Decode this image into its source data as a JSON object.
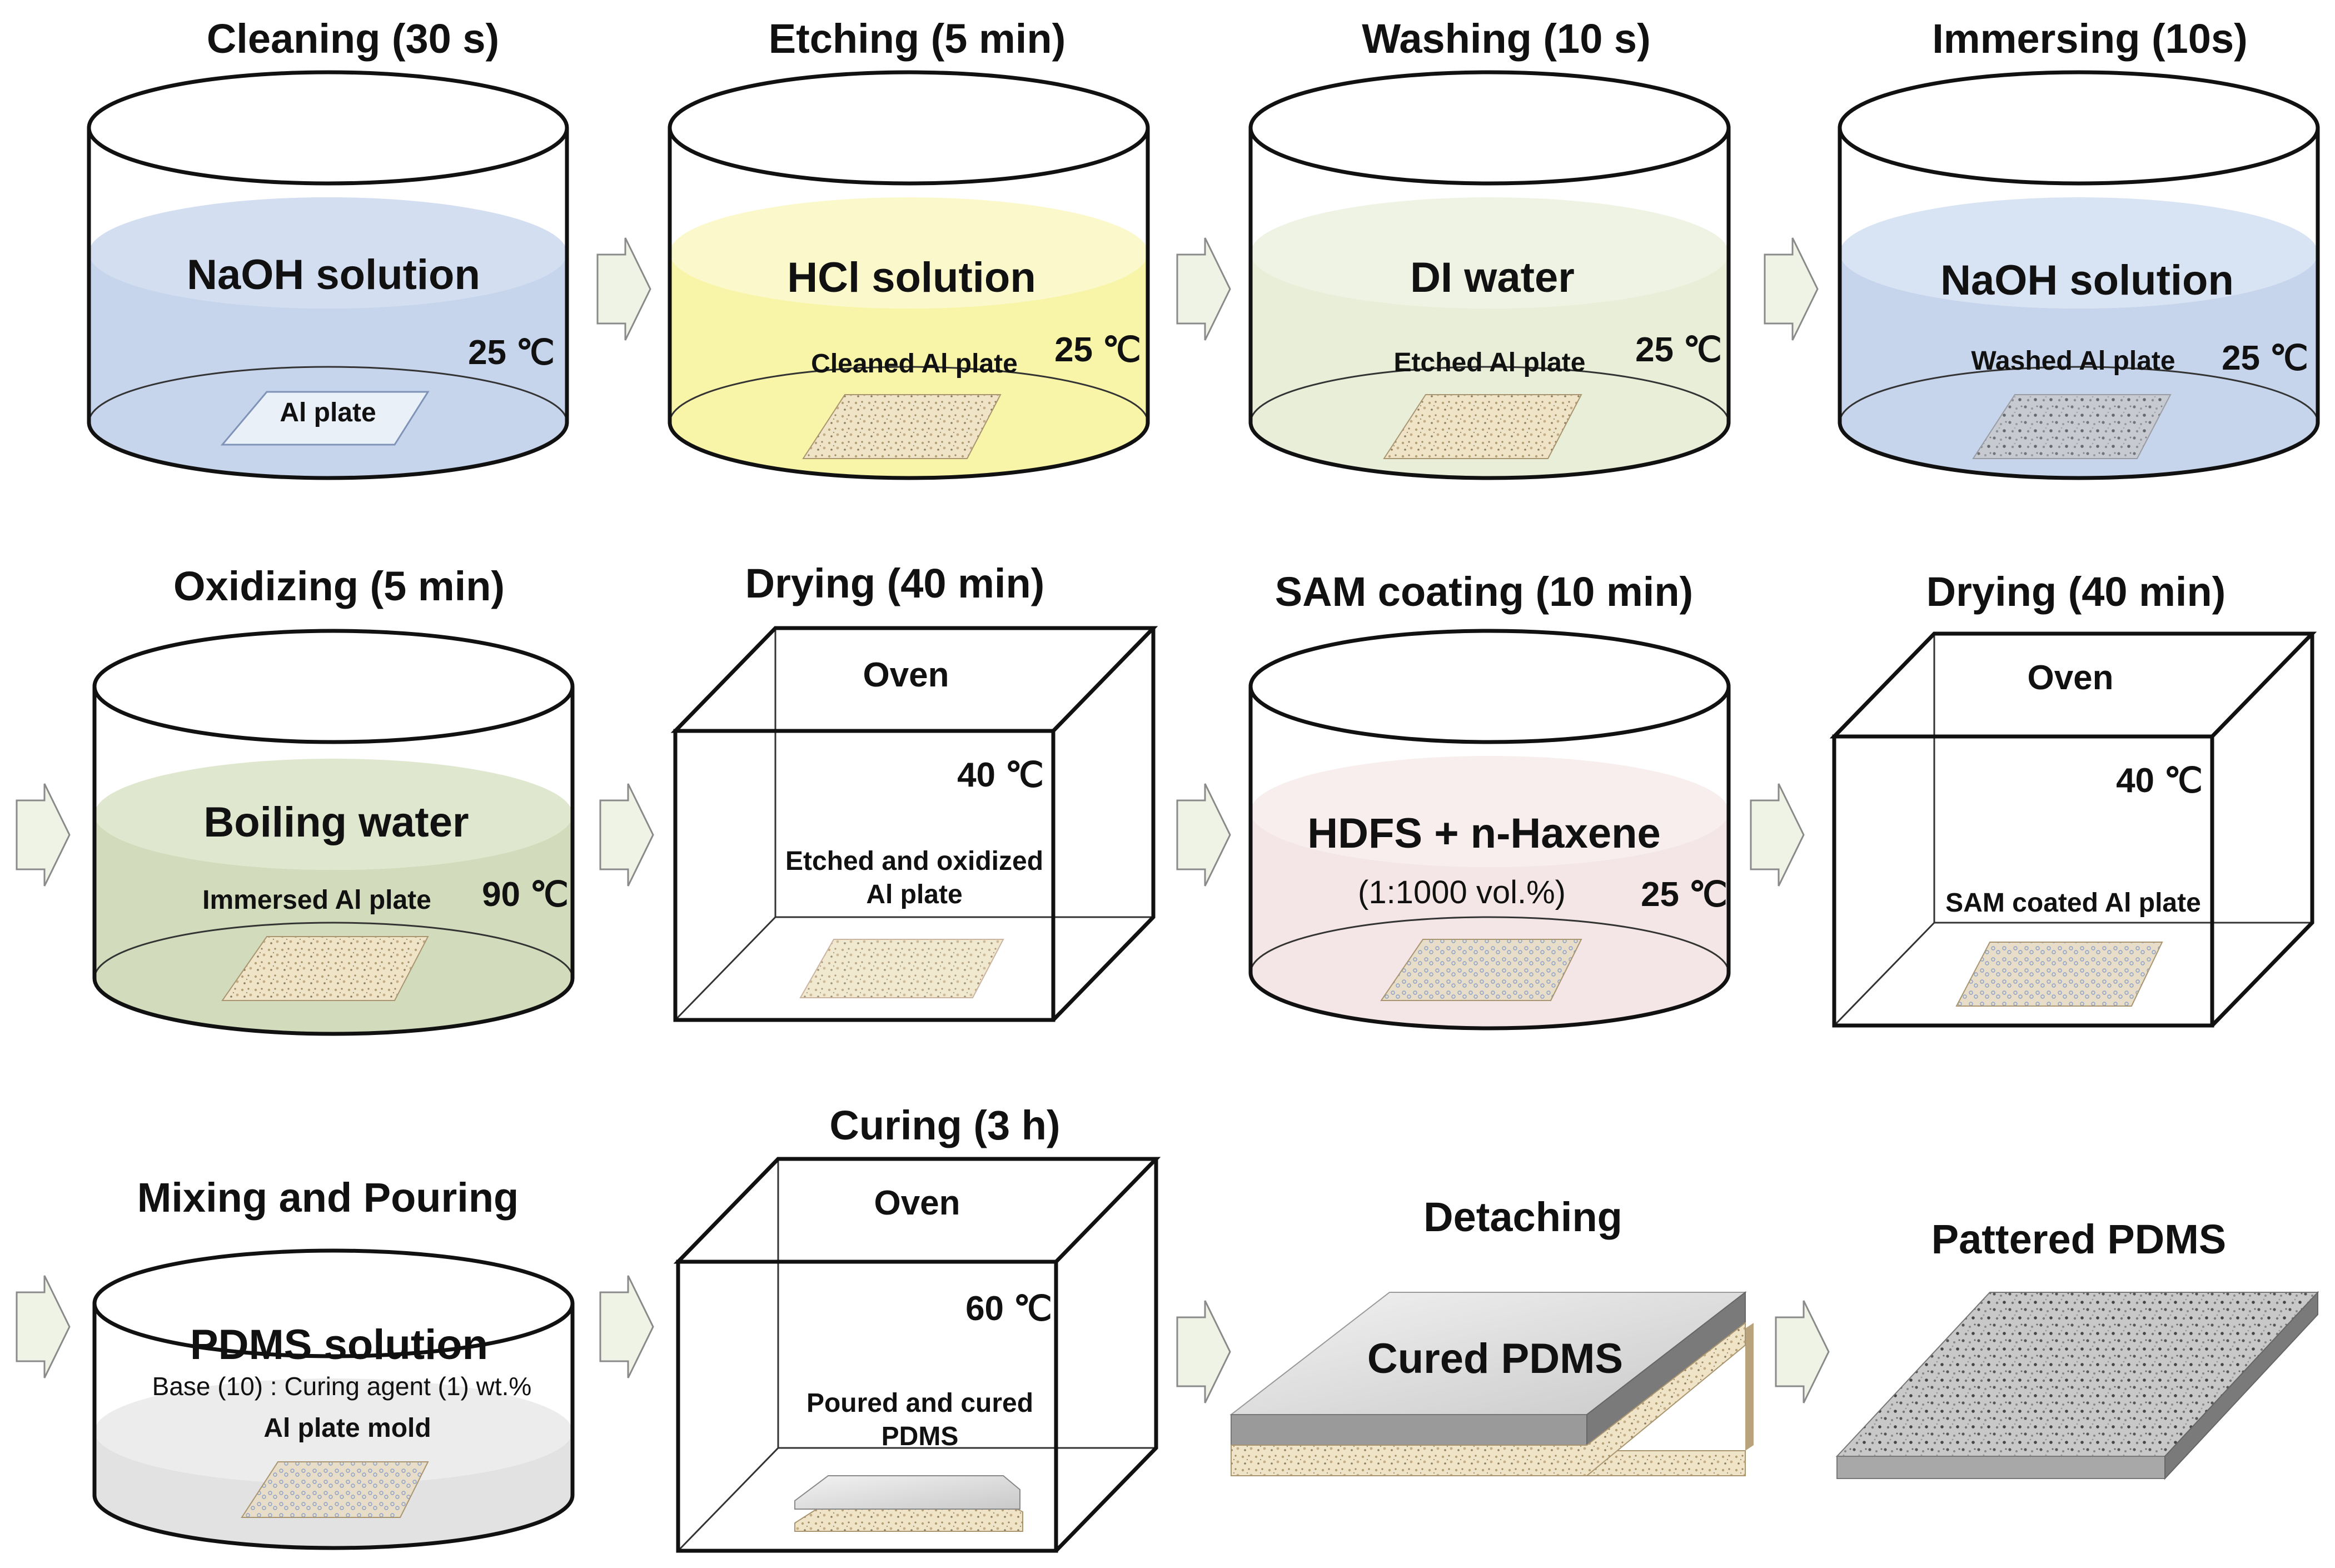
{
  "steps": [
    {
      "title": "Cleaning (30 s)",
      "liquid": "NaOH solution",
      "temp": "25 ℃",
      "plate": "Al plate",
      "color": "#c6d5ec"
    },
    {
      "title": "Etching (5 min)",
      "liquid": "HCl solution",
      "temp": "25 ℃",
      "plate": "Cleaned Al plate",
      "color": "#f8f5a8"
    },
    {
      "title": "Washing (10 s)",
      "liquid": "DI water",
      "temp": "25 ℃",
      "plate": "Etched Al plate",
      "color": "#e8eed8"
    },
    {
      "title": "Immersing (10s)",
      "liquid": "NaOH solution",
      "temp": "25 ℃",
      "plate": "Washed Al plate",
      "color": "#c6d5ec"
    },
    {
      "title": "Oxidizing (5 min)",
      "liquid": "Boiling water",
      "temp": "90 ℃",
      "plate": "Immersed Al plate",
      "color": "#d2dcbc"
    },
    {
      "title": "Drying (40 min)",
      "oven": "Oven",
      "temp": "40 ℃",
      "plate_line1": "Etched and oxidized",
      "plate_line2": "Al plate"
    },
    {
      "title": "SAM coating (10 min)",
      "liquid": "HDFS + n-Haxene",
      "sub": "(1:1000 vol.%)",
      "temp": "25 ℃",
      "color": "#f4e6e6"
    },
    {
      "title": "Drying (40 min)",
      "oven": "Oven",
      "temp": "40 ℃",
      "plate": "SAM coated Al plate"
    },
    {
      "title": "Mixing and Pouring",
      "liquid": "PDMS solution",
      "sub": "Base (10) : Curing agent (1) wt.%",
      "plate": "Al plate mold",
      "color": "#e2e2e2"
    },
    {
      "title": "Curing (3 h)",
      "oven": "Oven",
      "temp": "60 ℃",
      "plate_line1": "Poured and cured",
      "plate_line2": "PDMS"
    },
    {
      "title": "Detaching",
      "label": "Cured PDMS"
    },
    {
      "title": "Pattered PDMS"
    }
  ]
}
